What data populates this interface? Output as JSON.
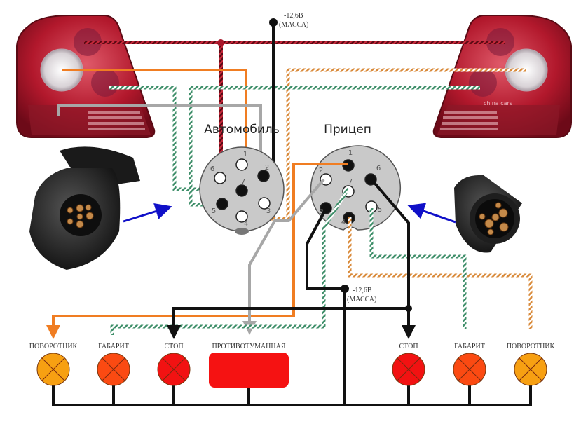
{
  "title": "Схема подключения 7-контактной розетки фаркопа",
  "connectors": {
    "car": {
      "label": "Автомобиль",
      "pins": [
        {
          "n": "1",
          "filled": false
        },
        {
          "n": "2",
          "filled": true
        },
        {
          "n": "3",
          "filled": false
        },
        {
          "n": "4",
          "filled": false
        },
        {
          "n": "5",
          "filled": true
        },
        {
          "n": "6",
          "filled": false
        },
        {
          "n": "7",
          "filled": true
        }
      ]
    },
    "trailer": {
      "label": "Прицеп",
      "pins": [
        {
          "n": "1",
          "filled": true
        },
        {
          "n": "2",
          "filled": false
        },
        {
          "n": "3",
          "filled": true
        },
        {
          "n": "4",
          "filled": true
        },
        {
          "n": "5",
          "filled": false
        },
        {
          "n": "6",
          "filled": true
        },
        {
          "n": "7",
          "filled": false
        }
      ]
    }
  },
  "ground_labels": {
    "top": {
      "line1": "-12,6В",
      "line2": "(МАССА)"
    },
    "bottom": {
      "line1": "-12,6В",
      "line2": "(МАССА)"
    }
  },
  "lamps_left": [
    {
      "label": "ПОВОРОТНИК",
      "color": "#f7a012",
      "type": "circle"
    },
    {
      "label": "ГАБАРИТ",
      "color": "#fb4a12",
      "type": "circle"
    },
    {
      "label": "СТОП",
      "color": "#f21212",
      "type": "circle"
    },
    {
      "label": "ПРОТИВОТУМАННАЯ",
      "color": "#f51212",
      "type": "rect"
    }
  ],
  "lamps_right": [
    {
      "label": "СТОП",
      "color": "#f21212",
      "type": "circle"
    },
    {
      "label": "ГАБАРИТ",
      "color": "#fb4a12",
      "type": "circle"
    },
    {
      "label": "ПОВОРОТНИК",
      "color": "#f7a012",
      "type": "circle"
    }
  ],
  "wire_colors": {
    "turn_left": "#f07d22",
    "turn_right": "#e8913a",
    "marker_left": "#5aa882",
    "marker_right": "#5aa882",
    "stop": "#b8162a",
    "fog": "#a7a7a7",
    "ground": "#111111",
    "arrow": "#1010c8"
  },
  "images": {
    "taillight_left": "taillight",
    "taillight_right": "taillight",
    "socket": "7-pin socket",
    "plug": "7-pin plug",
    "watermark": "china cars"
  }
}
